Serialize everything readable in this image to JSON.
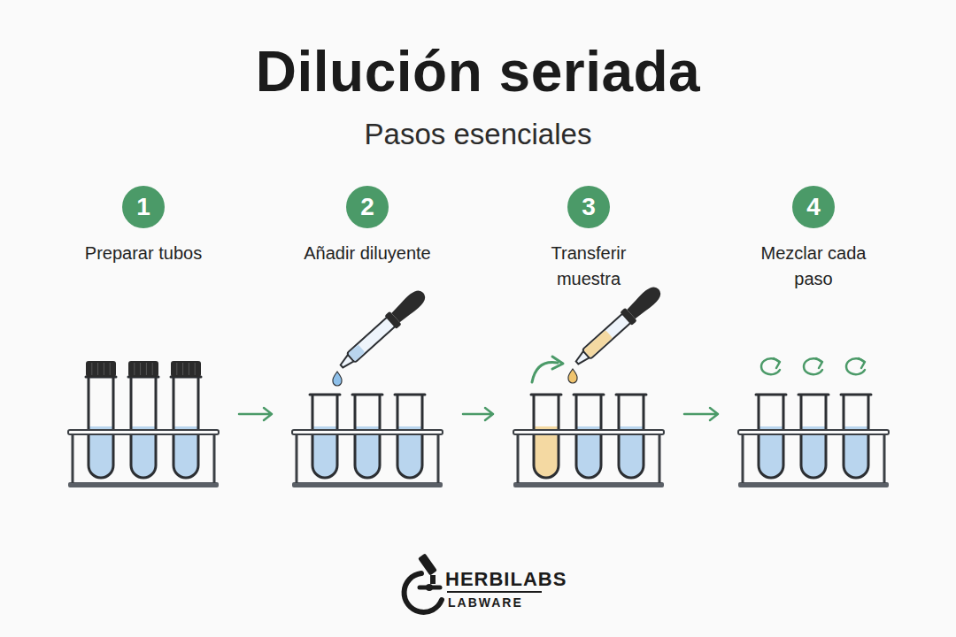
{
  "diagram": {
    "title": "Dilución seriada",
    "nodes": [
      {
        "text": [
          "1",
          "Preparar tubos"
        ]
      },
      {
        "text": [
          "2",
          "Añadir diluyente"
        ]
      },
      {
        "text": [
          "3",
          "Transferir muestra"
        ]
      },
      {
        "text": [
          "4",
          "Mezclar cada paso"
        ]
      }
    ],
    "edges": [
      {
        "from": 0,
        "to": 1,
        "arrow": "to"
      },
      {
        "from": 1,
        "to": 2,
        "arrow": "to"
      },
      {
        "from": 2,
        "to": 3,
        "arrow": "to"
      }
    ],
    "labels": [
      "Pasos esenciales",
      "HERBILABS",
      "LABWARE"
    ]
  }
}
